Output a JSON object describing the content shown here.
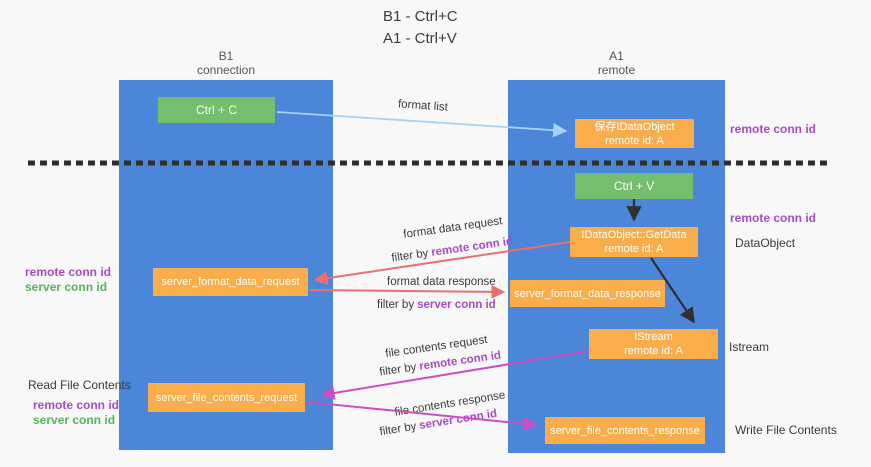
{
  "title": {
    "line1": "B1 - Ctrl+C",
    "line2": "A1 - Ctrl+V"
  },
  "lanes": {
    "left": {
      "name": "B1",
      "role": "connection"
    },
    "right": {
      "name": "A1",
      "role": "remote"
    }
  },
  "nodes": {
    "ctrl_c": {
      "label": "Ctrl + C"
    },
    "save_idataobject": {
      "line1": "保存IDataObject",
      "line2": "remote id: A"
    },
    "ctrl_v": {
      "label": "Ctrl + V"
    },
    "getdata": {
      "line1": "IDataObject::GetData",
      "line2": "remote id: A"
    },
    "format_request": {
      "label": "server_format_data_request"
    },
    "format_response": {
      "label": "server_format_data_response"
    },
    "istream": {
      "line1": "IStream",
      "line2": "remote id: A"
    },
    "file_request": {
      "label": "server_file_contents_request"
    },
    "file_response": {
      "label": "server_file_contents_response"
    }
  },
  "flow_labels": {
    "format_list": "format list",
    "format_data_request": "format data request",
    "format_data_response": "format data response",
    "file_contents_request": "file contents request",
    "file_contents_response": "file contents response",
    "filter_by": "filter by",
    "remote_conn_id": "remote conn id",
    "server_conn_id": "server conn id"
  },
  "side_labels": {
    "remote_conn_id": "remote conn id",
    "server_conn_id": "server conn id",
    "data_object": "DataObject",
    "istream": "Istream",
    "read_file_contents": "Read File Contents",
    "write_file_contents": "Write File Contents"
  },
  "colors": {
    "lane_blue": "#4c86d9",
    "node_orange": "#f9ad4b",
    "node_green": "#75bd6f",
    "arrow_salmon": "#e87070",
    "arrow_magenta": "#cb4ec5",
    "arrow_lightblue": "#a5d3f5",
    "arrow_black": "#303030",
    "text_purple": "#a64cc8",
    "text_green": "#58b45c"
  }
}
